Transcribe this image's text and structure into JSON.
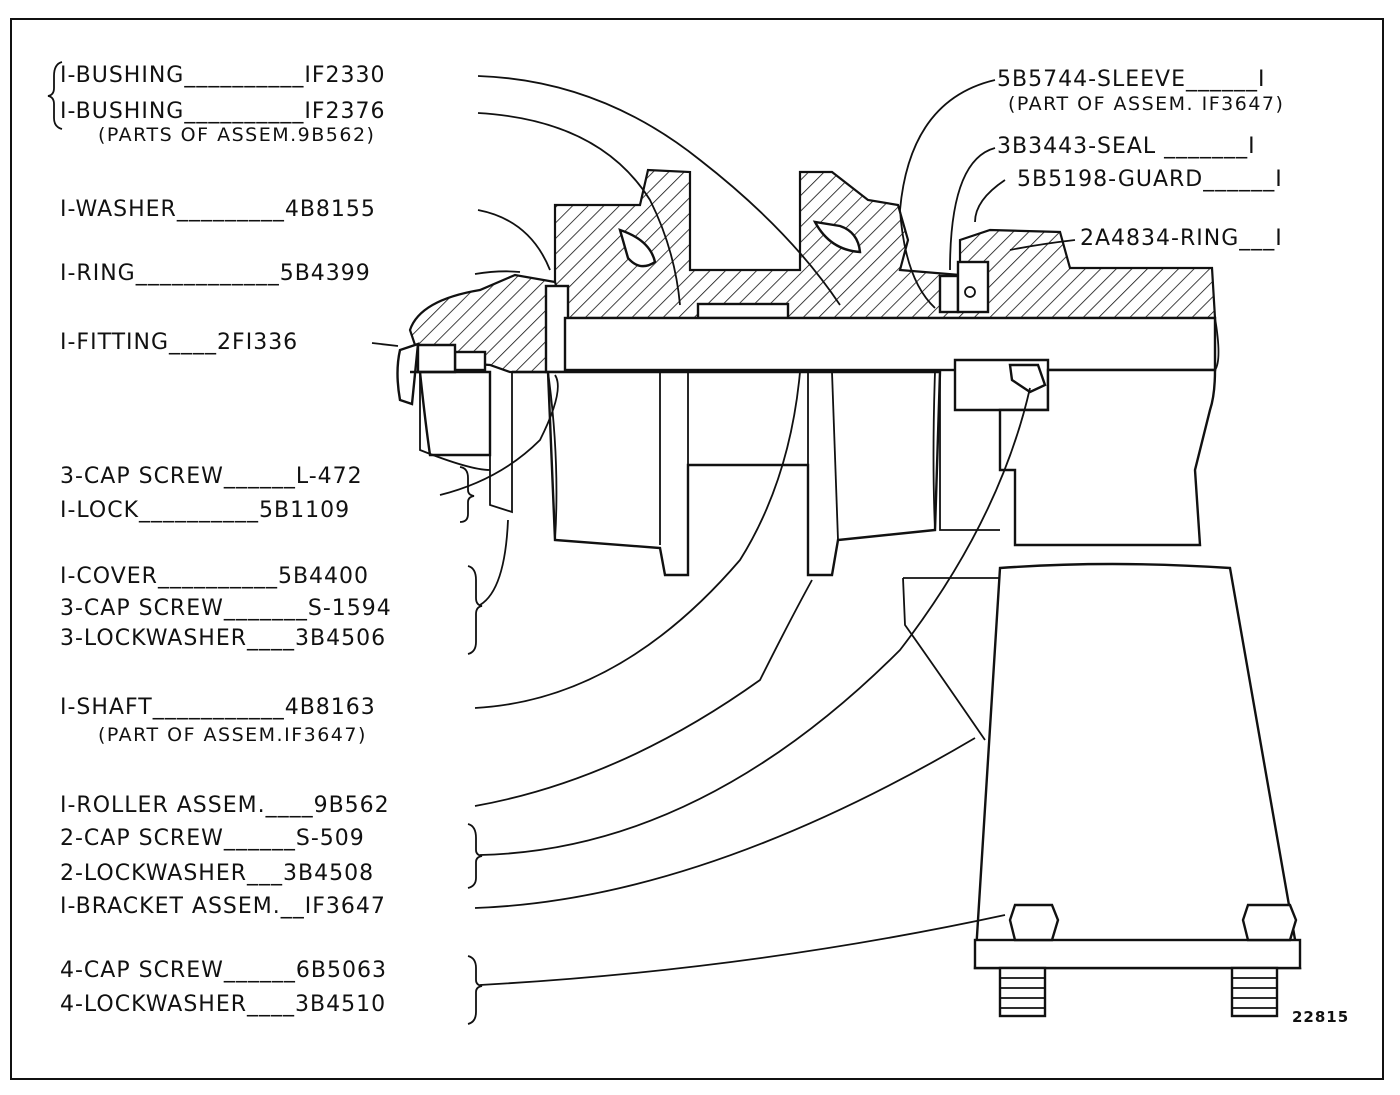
{
  "left_labels": [
    {
      "key": "bushing1",
      "text": "I-BUSHING__________IF2330"
    },
    {
      "key": "bushing2",
      "text": "I-BUSHING__________IF2376"
    },
    {
      "key": "bushing_note",
      "text": "(PARTS OF ASSEM.9B562)"
    },
    {
      "key": "washer",
      "text": "I-WASHER_________4B8155"
    },
    {
      "key": "ring",
      "text": "I-RING____________5B4399"
    },
    {
      "key": "fitting",
      "text": "I-FITTING____2FI336"
    },
    {
      "key": "capscrew_l472",
      "text": "3-CAP SCREW______L-472"
    },
    {
      "key": "lock",
      "text": "I-LOCK__________5B1109"
    },
    {
      "key": "cover",
      "text": "I-COVER__________5B4400"
    },
    {
      "key": "capscrew_s1594",
      "text": "3-CAP SCREW_______S-1594"
    },
    {
      "key": "lockwasher_3b4506",
      "text": "3-LOCKWASHER____3B4506"
    },
    {
      "key": "shaft",
      "text": "I-SHAFT___________4B8163"
    },
    {
      "key": "shaft_note",
      "text": "(PART OF ASSEM.IF3647)"
    },
    {
      "key": "roller",
      "text": "I-ROLLER ASSEM.____9B562"
    },
    {
      "key": "capscrew_s509",
      "text": "2-CAP SCREW______S-509"
    },
    {
      "key": "lockwasher_3b4508",
      "text": "2-LOCKWASHER___3B4508"
    },
    {
      "key": "bracket",
      "text": "I-BRACKET ASSEM.__IF3647"
    },
    {
      "key": "capscrew_6b5063",
      "text": "4-CAP SCREW______6B5063"
    },
    {
      "key": "lockwasher_3b4510",
      "text": "4-LOCKWASHER____3B4510"
    }
  ],
  "right_labels": [
    {
      "key": "sleeve",
      "text": "5B5744-SLEEVE______I"
    },
    {
      "key": "sleeve_note",
      "text": "(PART OF ASSEM. IF3647)"
    },
    {
      "key": "seal",
      "text": "3B3443-SEAL _______I"
    },
    {
      "key": "guard",
      "text": "5B5198-GUARD______I"
    },
    {
      "key": "ring2",
      "text": "2A4834-RING___I"
    }
  ],
  "figure_number": "22815"
}
